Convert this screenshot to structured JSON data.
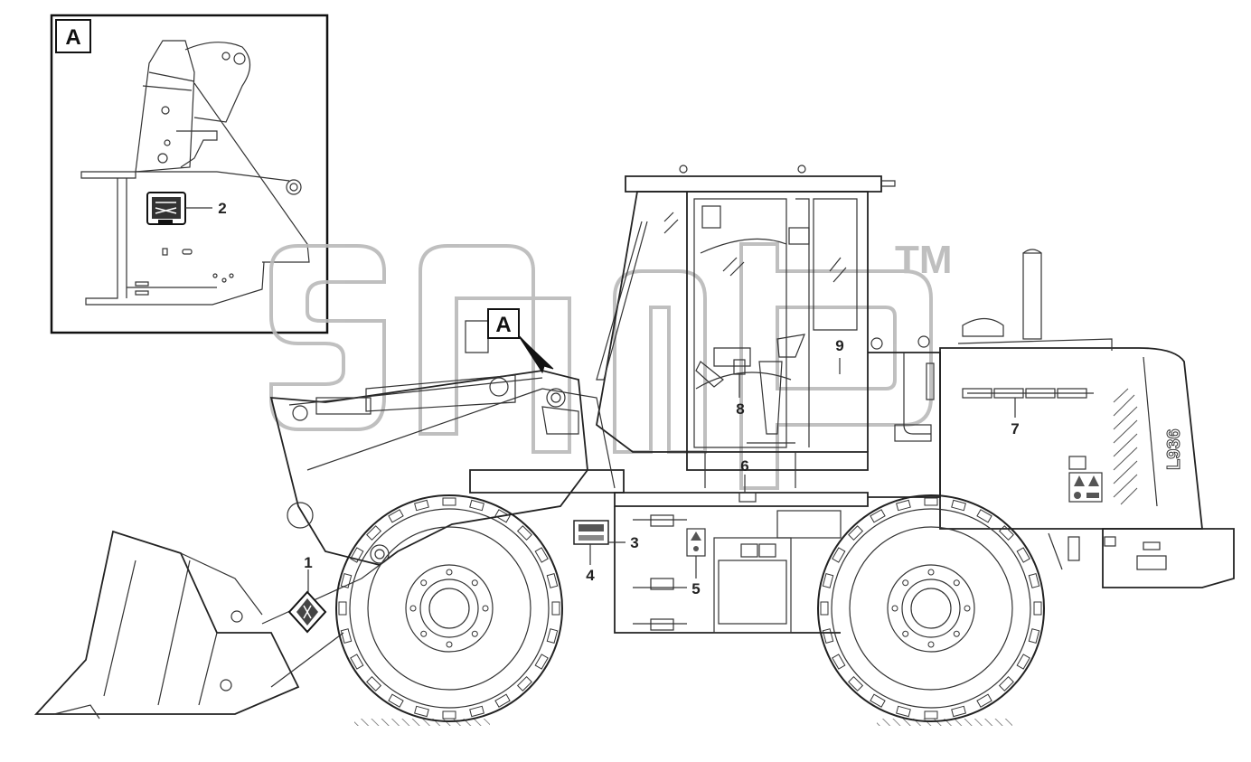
{
  "diagram": {
    "view_label": "A",
    "callouts": [
      "1",
      "2",
      "3",
      "4",
      "5",
      "6",
      "7",
      "8",
      "9"
    ],
    "model_marking": "L936",
    "watermark_mark": "TM"
  }
}
